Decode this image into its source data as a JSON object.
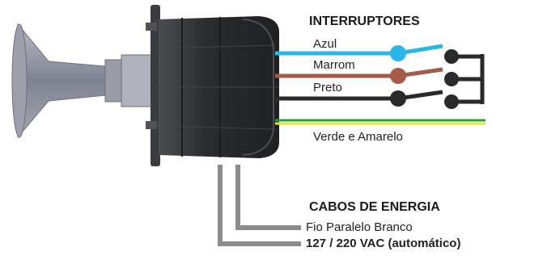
{
  "switches_heading": "INTERRUPTORES",
  "power_heading": "CABOS DE ENERGIA",
  "wires": [
    {
      "label": "Azul",
      "color": "#2bb6e8"
    },
    {
      "label": "Marrom",
      "color": "#a65a48"
    },
    {
      "label": "Preto",
      "color": "#2a2a2a"
    }
  ],
  "ground_label": "Verde e Amarelo",
  "ground_colors": [
    "#2e9e3a",
    "#e8e23a"
  ],
  "power_cables": [
    {
      "label": "Fio Paralelo Branco"
    },
    {
      "label": "127 / 220 VAC (automático)"
    }
  ],
  "cable_color": "#8c8c8c",
  "device_color": "#2f3133",
  "horn_color": "#8a8d98"
}
